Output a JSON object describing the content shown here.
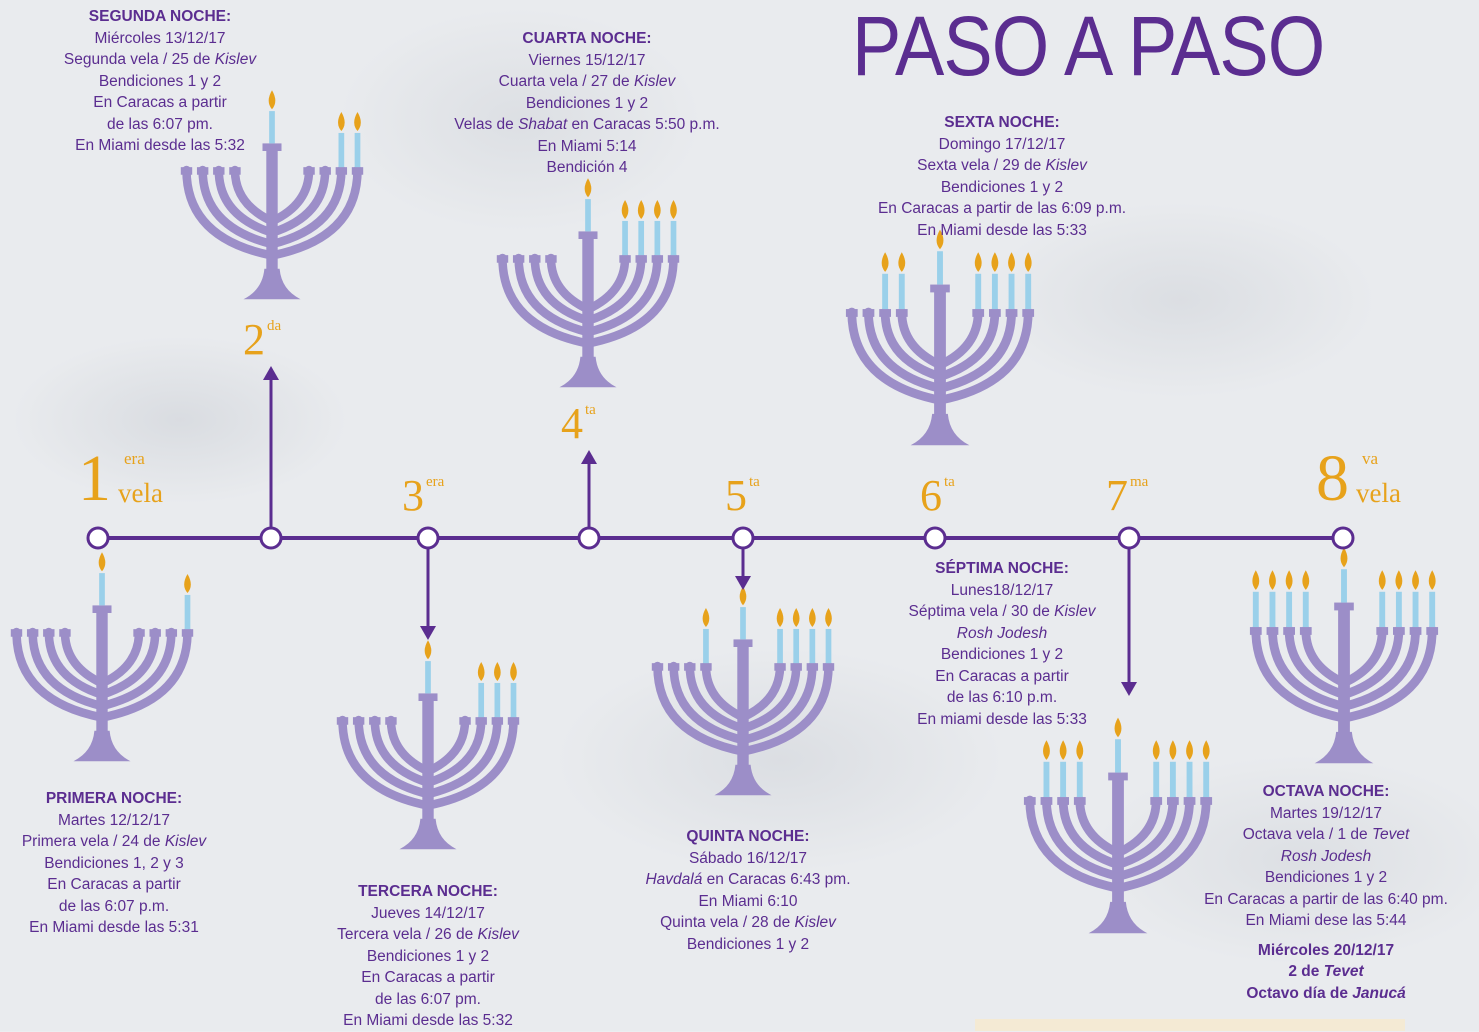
{
  "title": "PASO A PASO",
  "colors": {
    "purple": "#5b2d90",
    "lavender": "#9c8ec8",
    "gold": "#e7a21b",
    "candle": "#9ad0ea"
  },
  "timeline": {
    "ordinals": [
      {
        "num": "1",
        "sup": "era",
        "sub": "vela"
      },
      {
        "num": "2",
        "sup": "da"
      },
      {
        "num": "3",
        "sup": "era"
      },
      {
        "num": "4",
        "sup": "ta"
      },
      {
        "num": "5",
        "sup": "ta"
      },
      {
        "num": "6",
        "sup": "ta"
      },
      {
        "num": "7",
        "sup": "ma"
      },
      {
        "num": "8",
        "sup": "va",
        "sub": "vela"
      }
    ]
  },
  "nights": {
    "primera": {
      "heading": "PRIMERA NOCHE:",
      "date": "Martes 12/12/17",
      "vela_a": "Primera vela / 24 de ",
      "vela_b": "Kislev",
      "bendiciones": "Bendiciones 1, 2 y 3",
      "caracas_1": "En Caracas a partir",
      "caracas_2": "de las 6:07 p.m.",
      "miami": "En Miami desde las 5:31"
    },
    "segunda": {
      "heading": "SEGUNDA NOCHE:",
      "date": "Miércoles 13/12/17",
      "vela_a": "Segunda vela / 25 de ",
      "vela_b": "Kislev",
      "bendiciones": "Bendiciones 1 y 2",
      "caracas_1": "En Caracas a partir",
      "caracas_2": "de las 6:07 pm.",
      "miami": "En Miami desde las 5:32"
    },
    "tercera": {
      "heading": "TERCERA NOCHE:",
      "date": "Jueves 14/12/17",
      "vela_a": "Tercera vela / 26 de ",
      "vela_b": "Kislev",
      "bendiciones": "Bendiciones 1 y 2",
      "caracas_1": "En Caracas a partir",
      "caracas_2": "de las 6:07 pm.",
      "miami": "En Miami desde las 5:32"
    },
    "cuarta": {
      "heading": "CUARTA NOCHE:",
      "date": "Viernes 15/12/17",
      "vela_a": "Cuarta vela / 27 de ",
      "vela_b": "Kislev",
      "bendiciones": "Bendiciones 1 y 2",
      "shabat_a": "Velas de ",
      "shabat_b": "Shabat",
      "shabat_c": " en Caracas 5:50 p.m.",
      "miami": "En Miami 5:14",
      "bendicion4": "Bendición 4"
    },
    "quinta": {
      "heading": "QUINTA NOCHE:",
      "date": "Sábado 16/12/17",
      "havdala_a": "Havdalá",
      "havdala_b": " en Caracas 6:43 pm.",
      "miami": "En Miami 6:10",
      "vela_a": "Quinta vela / 28 de ",
      "vela_b": "Kislev",
      "bendiciones": "Bendiciones 1 y 2"
    },
    "sexta": {
      "heading": "SEXTA NOCHE:",
      "date": "Domingo 17/12/17",
      "vela_a": "Sexta vela / 29 de ",
      "vela_b": "Kislev",
      "bendiciones": "Bendiciones 1 y 2",
      "caracas": "En Caracas a partir de las 6:09 p.m.",
      "miami": "En Miami desde las 5:33"
    },
    "septima": {
      "heading": "SÉPTIMA NOCHE:",
      "date": "Lunes18/12/17",
      "vela_a": "Séptima vela / 30 de ",
      "vela_b": "Kislev",
      "rosh": "Rosh Jodesh",
      "bendiciones": "Bendiciones 1 y 2",
      "caracas_1": "En Caracas a partir",
      "caracas_2": "de las 6:10 p.m.",
      "miami": "En miami desde las 5:33"
    },
    "octava": {
      "heading": "OCTAVA NOCHE:",
      "date": "Martes 19/12/17",
      "vela_a": "Octava vela / 1 de ",
      "vela_b": "Tevet",
      "rosh": "Rosh Jodesh",
      "bendiciones": "Bendiciones 1 y 2",
      "caracas": "En Caracas a partir de las 6:40 pm.",
      "miami": "En Miami dese las 5:44",
      "extra_date": "Miércoles 20/12/17",
      "extra_tevet_a": "2 de ",
      "extra_tevet_b": "Tevet",
      "extra_day_a": "Octavo día de ",
      "extra_day_b": "Janucá"
    }
  },
  "menorahs": [
    {
      "night": 1,
      "lit": 1
    },
    {
      "night": 2,
      "lit": 2
    },
    {
      "night": 3,
      "lit": 3
    },
    {
      "night": 4,
      "lit": 4
    },
    {
      "night": 5,
      "lit": 5
    },
    {
      "night": 6,
      "lit": 6
    },
    {
      "night": 7,
      "lit": 7
    },
    {
      "night": 8,
      "lit": 8
    }
  ]
}
